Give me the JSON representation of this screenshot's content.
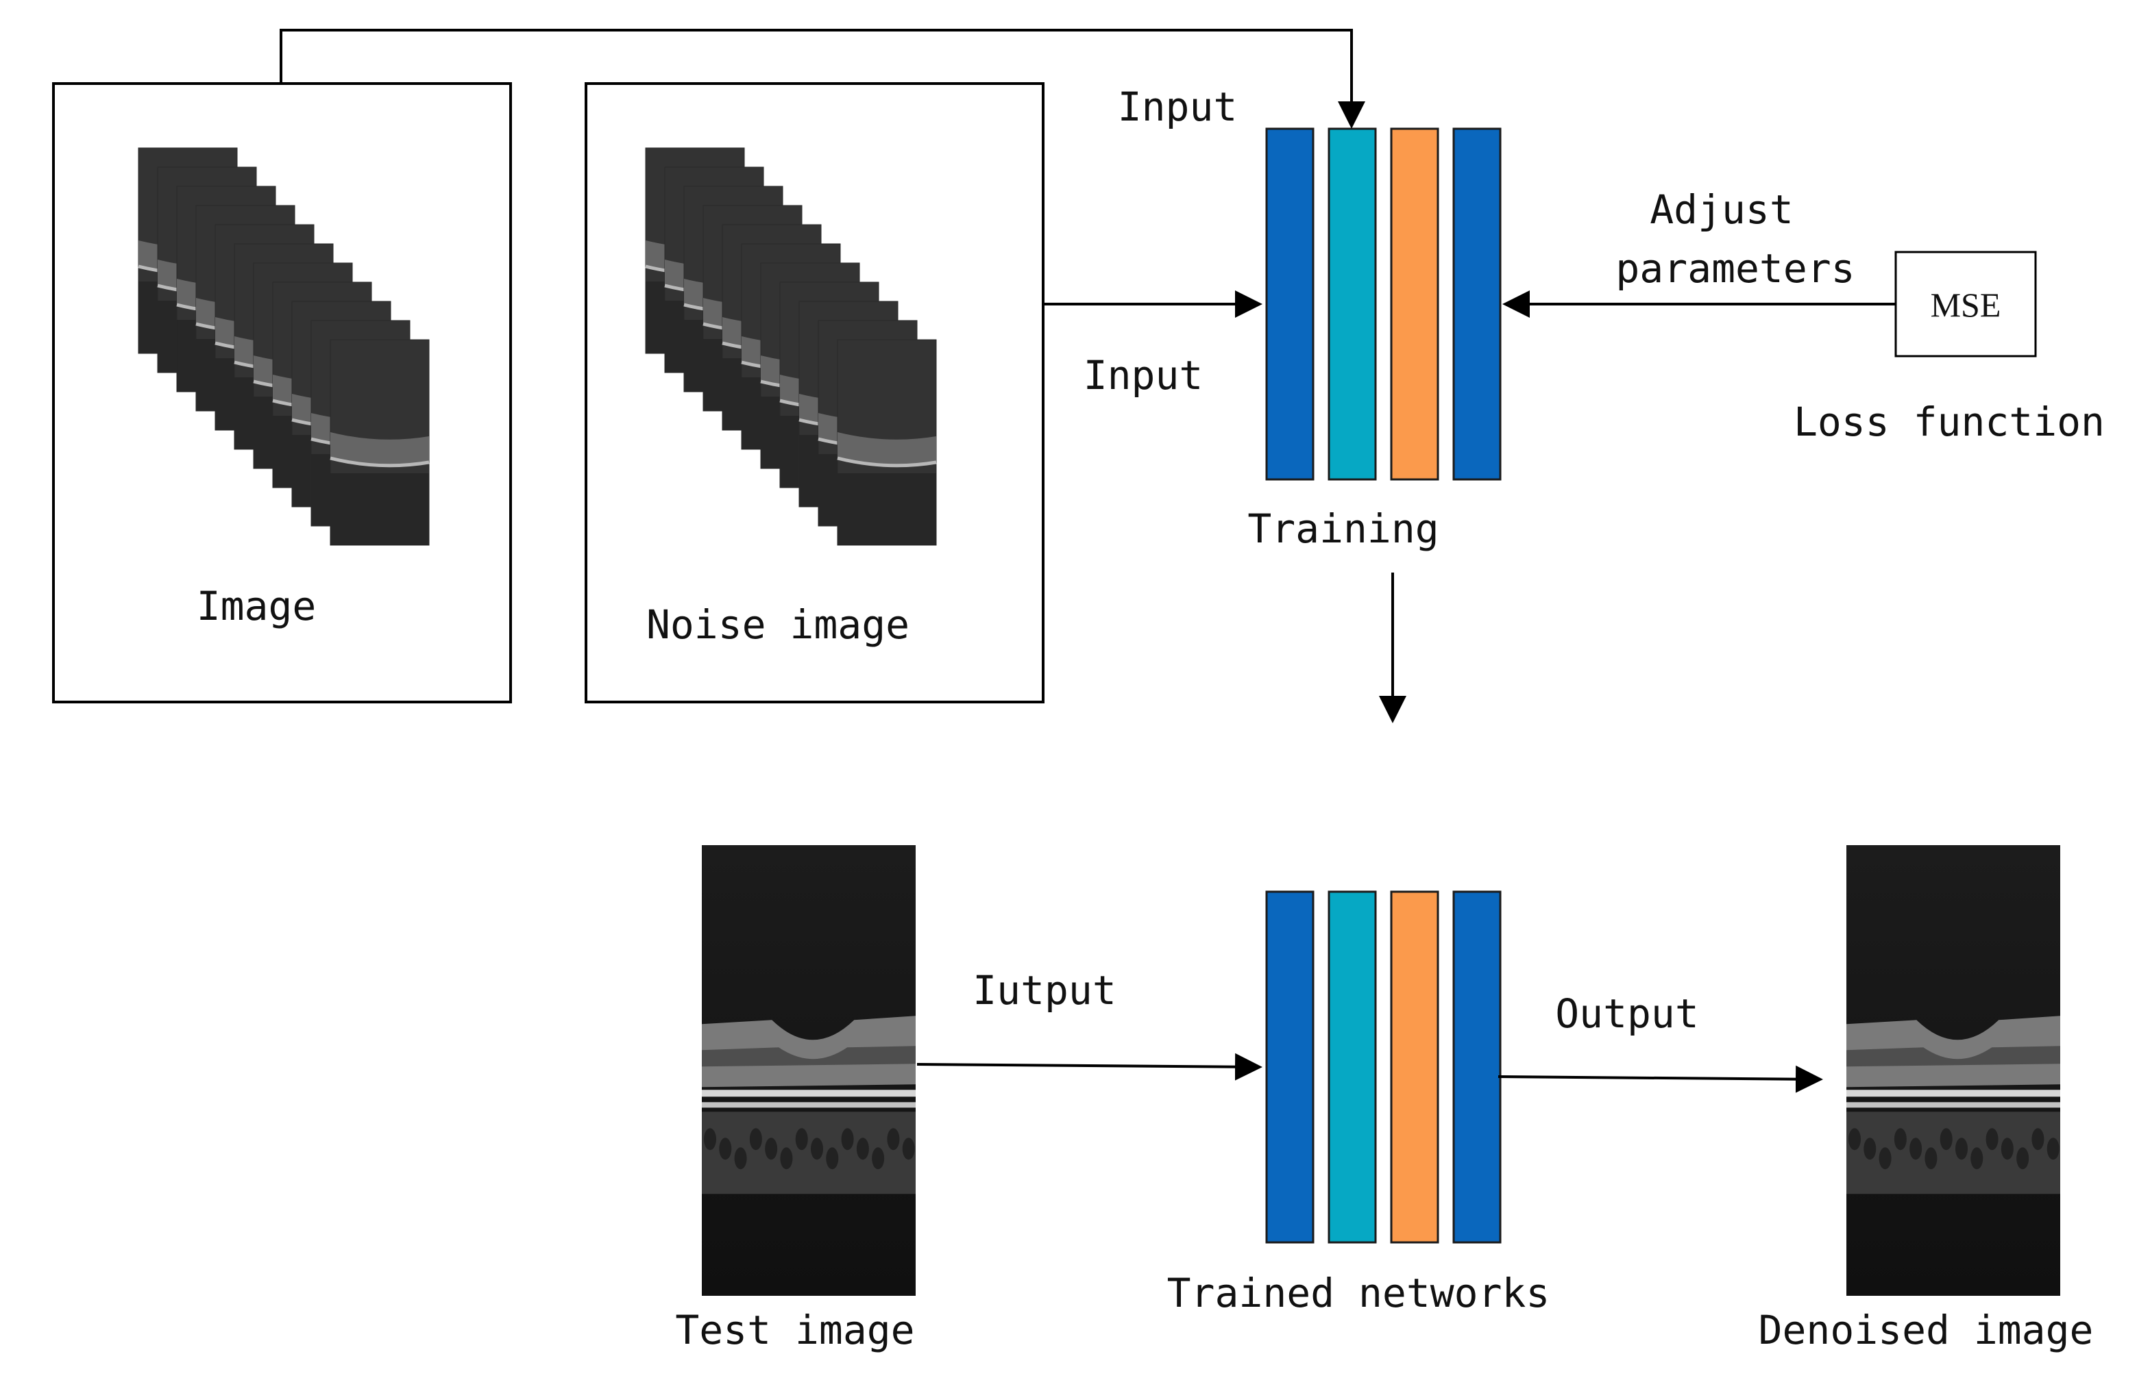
{
  "labels": {
    "image": "Image",
    "noise_image": "Noise image",
    "input_top": "Input",
    "input_mid": "Input",
    "training": "Training",
    "adjust_line1": "Adjust",
    "adjust_line2": "parameters",
    "mse": "MSE",
    "loss_function": "Loss function",
    "test_image": "Test image",
    "iutput": "Iutput",
    "trained_networks": "Trained networks",
    "output": "Output",
    "denoised_image": "Denoised image"
  },
  "colors": {
    "layer_blue": "#0a67bd",
    "layer_cyan": "#06a8c4",
    "layer_orange": "#fb9a4c",
    "oct_background": "#333333",
    "line": "#000000"
  },
  "network_layers": [
    "layer_blue",
    "layer_cyan",
    "layer_orange",
    "layer_blue"
  ],
  "oct_stack_count": 11
}
